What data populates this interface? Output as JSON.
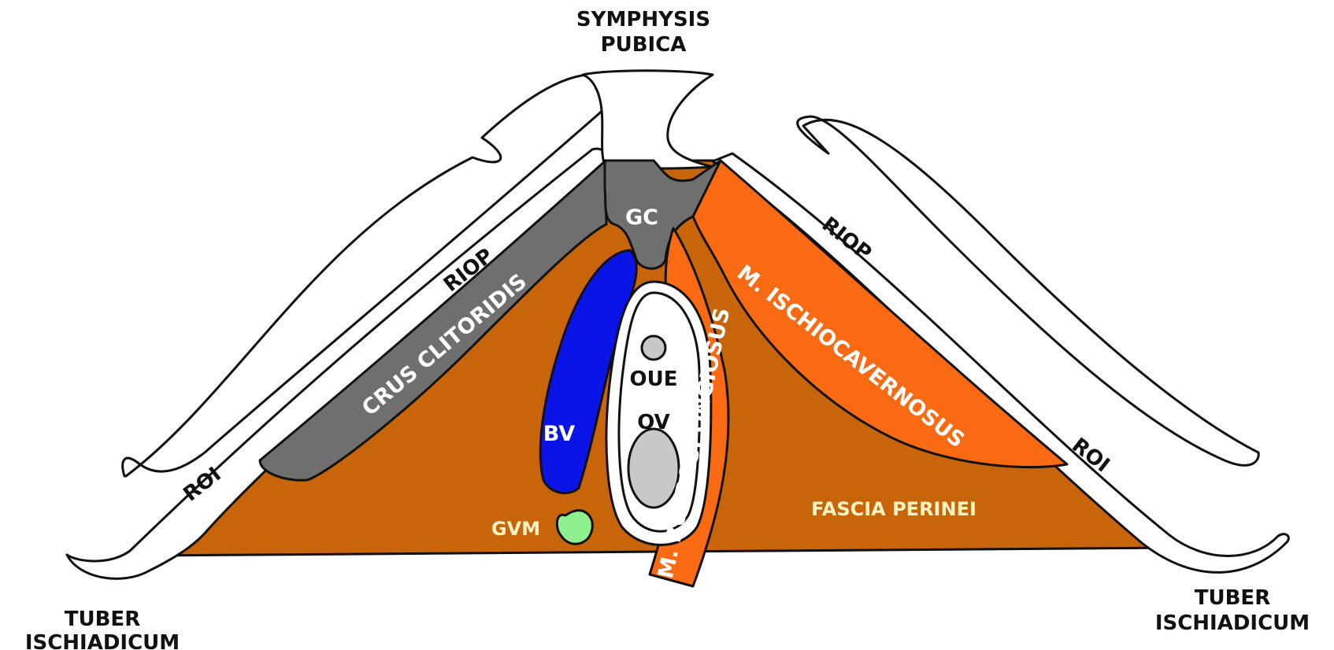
{
  "labels": {
    "symphysis_line1": "SYMPHYSIS",
    "symphysis_line2": "PUBICA",
    "tuber_left_line1": "TUBER",
    "tuber_left_line2": "ISCHIADICUM",
    "tuber_right_line1": "TUBER",
    "tuber_right_line2": "ISCHIADICUM",
    "riop_left": "RIOP",
    "riop_right": "RIOP",
    "roi_left": "ROI",
    "roi_right": "ROI",
    "gc": "GC",
    "crus": "CRUS CLITORIDIS",
    "ischiocavernosus": "M. ISCHIOCAVERNOSUS",
    "bulbospongiosus": "M. BULBOSPONGIOSUS",
    "oue": "OUE",
    "ov": "OV",
    "bv": "BV",
    "gvm": "GVM",
    "fascia": "FASCIA PERINEI"
  },
  "colors": {
    "fascia_fill": "#c8640a",
    "muscle_fill": "#fa6a12",
    "crus_fill": "#6f6f6f",
    "bulb_fill": "#0a14e6",
    "gland_fill": "#8ef08e",
    "orifice_fill": "#c8c8c8",
    "bone_fill": "#ffffff"
  }
}
